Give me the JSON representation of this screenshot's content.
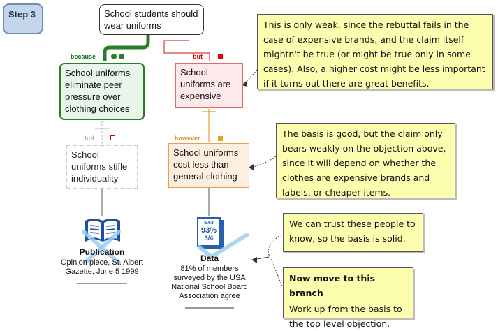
{
  "step": {
    "label": "Step 3"
  },
  "claim": {
    "text": "School students should wear uniforms"
  },
  "reason": {
    "tag": "because",
    "text": "School uniforms eliminate peer pressure over clothing choices"
  },
  "objection_left": {
    "tag": "but",
    "text": "School uniforms stifle individuality"
  },
  "objection_right": {
    "tag": "but",
    "text": "School uniforms are expensive"
  },
  "rebuttal": {
    "tag": "however",
    "text": "School uniforms cost less than general clothing"
  },
  "notes": {
    "n1": "This is only weak, since the rebuttal fails in the case of expensive brands, and the claim itself mightn't be true (or might be true only in some cases). Also, a higher cost might be less important if it turns out there are great benefits.",
    "n2": "The basis is good, but the claim only bears weakly on the objection above, since it will depend on whether the clothes are expensive brands and labels, or cheaper items.",
    "n3": "We can trust these people to know, so the basis is solid.",
    "n4_title": "Now move to this branch",
    "n4_body": "Work up from the basis to the top level objection."
  },
  "publication": {
    "label": "Publication",
    "detail": "Opinion piece, St. Albert Gazette, June 5 1999"
  },
  "data_basis": {
    "label": "Data",
    "detail": "81% of members surveyed by the USA National School Board Association agree",
    "icon_numbers": [
      "5.63",
      "93%",
      "3/4"
    ]
  },
  "colors": {
    "green": "#2c7a2c",
    "red": "#d00000",
    "orange": "#e8a030",
    "note": "#fdfdb0",
    "step": "#c5d5ea"
  },
  "icons": [
    "book-icon",
    "data-document-icon",
    "cross-mark-icon"
  ]
}
